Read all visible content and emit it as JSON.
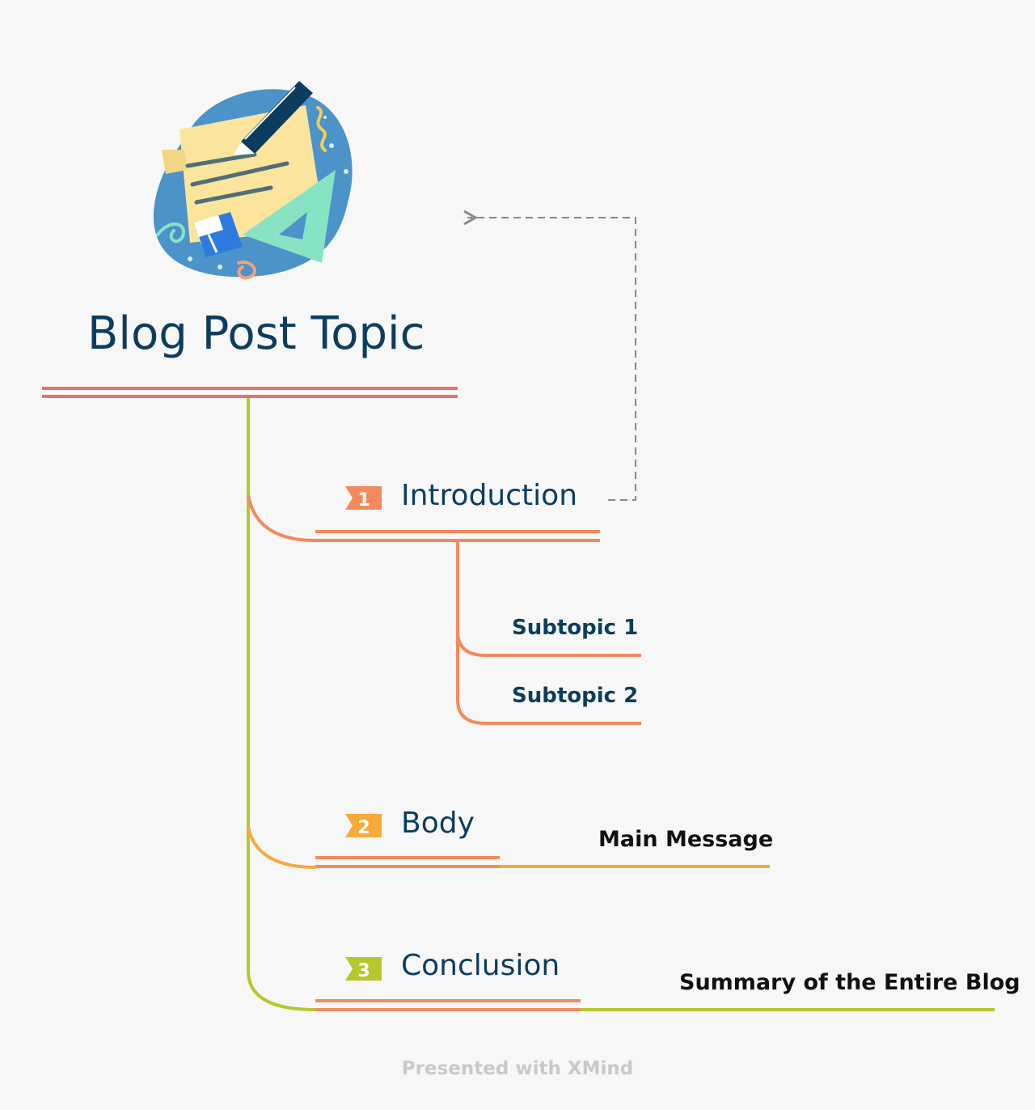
{
  "central_topic": {
    "title": "Blog Post Topic"
  },
  "branches": [
    {
      "number": "1",
      "label": "Introduction",
      "color": "#f48a5b",
      "subtopics": [
        {
          "label": "Subtopic 1"
        },
        {
          "label": "Subtopic 2"
        }
      ]
    },
    {
      "number": "2",
      "label": "Body",
      "color": "#f9a83a",
      "note": "Main Message"
    },
    {
      "number": "3",
      "label": "Conclusion",
      "color": "#b6c62e",
      "note": "Summary of the Entire Blog"
    }
  ],
  "colors": {
    "root_underline": "#ea6f6c",
    "trunk": "#b6c62e",
    "title_text": "#0d3d5e",
    "relationship": "#888888"
  },
  "illustration": {
    "icon": "writing-illustration-icon"
  },
  "footer": {
    "text": "Presented with XMind"
  }
}
